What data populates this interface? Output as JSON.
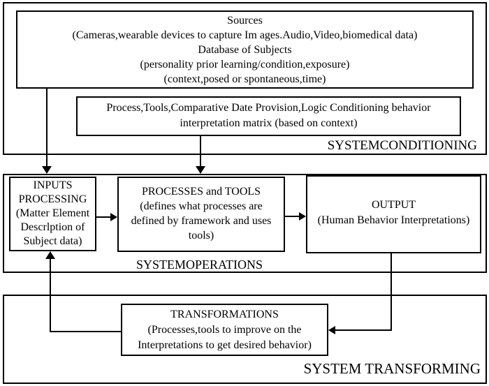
{
  "canvas": {
    "background": "#ffffff",
    "line_color": "#000000"
  },
  "sections": [
    {
      "id": "systemconditioning",
      "label": "SYSTEMCONDITIONING",
      "boxes": [
        {
          "id": "sources",
          "lines": [
            "Sources",
            "(Cameras,wearable devices to capture Im ages.Audio,Video,biomedical data)",
            "Database of Subjects",
            "(personality prior learning/condition,exposure)",
            "(context,posed or spontaneous,time)"
          ]
        },
        {
          "id": "process-tools-matrix",
          "lines": [
            "Process,Tools,Comparative Date Provision,Logic Conditioning behavior",
            "interpretation matrix (based on context)"
          ]
        }
      ]
    },
    {
      "id": "systemoperations",
      "label": "SYSTEMOPERATIONS",
      "boxes": [
        {
          "id": "inputs-processing",
          "lines": [
            "INPUTS",
            "PROCESSING",
            "(Matter Element",
            "Descrlption of",
            "Subject data)"
          ]
        },
        {
          "id": "processes-and-tools",
          "lines": [
            "PROCESSES and TOOLS",
            "(defines what processes are",
            "defined by framework and uses",
            "tools)"
          ]
        },
        {
          "id": "output",
          "lines": [
            "OUTPUT",
            "(Human Behavior Interpretations)"
          ]
        }
      ]
    },
    {
      "id": "system-transforming",
      "label": "SYSTEM TRANSFORMING",
      "boxes": [
        {
          "id": "transformations",
          "lines": [
            "TRANSFORMATIONS",
            "(Processes,tools to improve on the",
            "Interpretations to get desired behavior)"
          ]
        }
      ]
    }
  ],
  "connections": [
    {
      "from": "sources",
      "to": "systemoperations",
      "direction": "down"
    },
    {
      "from": "process-tools-matrix",
      "to": "systemoperations",
      "direction": "down"
    },
    {
      "from": "inputs-processing",
      "to": "processes-and-tools",
      "direction": "right"
    },
    {
      "from": "processes-and-tools",
      "to": "output",
      "direction": "right"
    },
    {
      "from": "output",
      "to": "transformations",
      "direction": "down-left"
    },
    {
      "from": "transformations",
      "to": "inputs-processing",
      "direction": "left-up"
    }
  ]
}
